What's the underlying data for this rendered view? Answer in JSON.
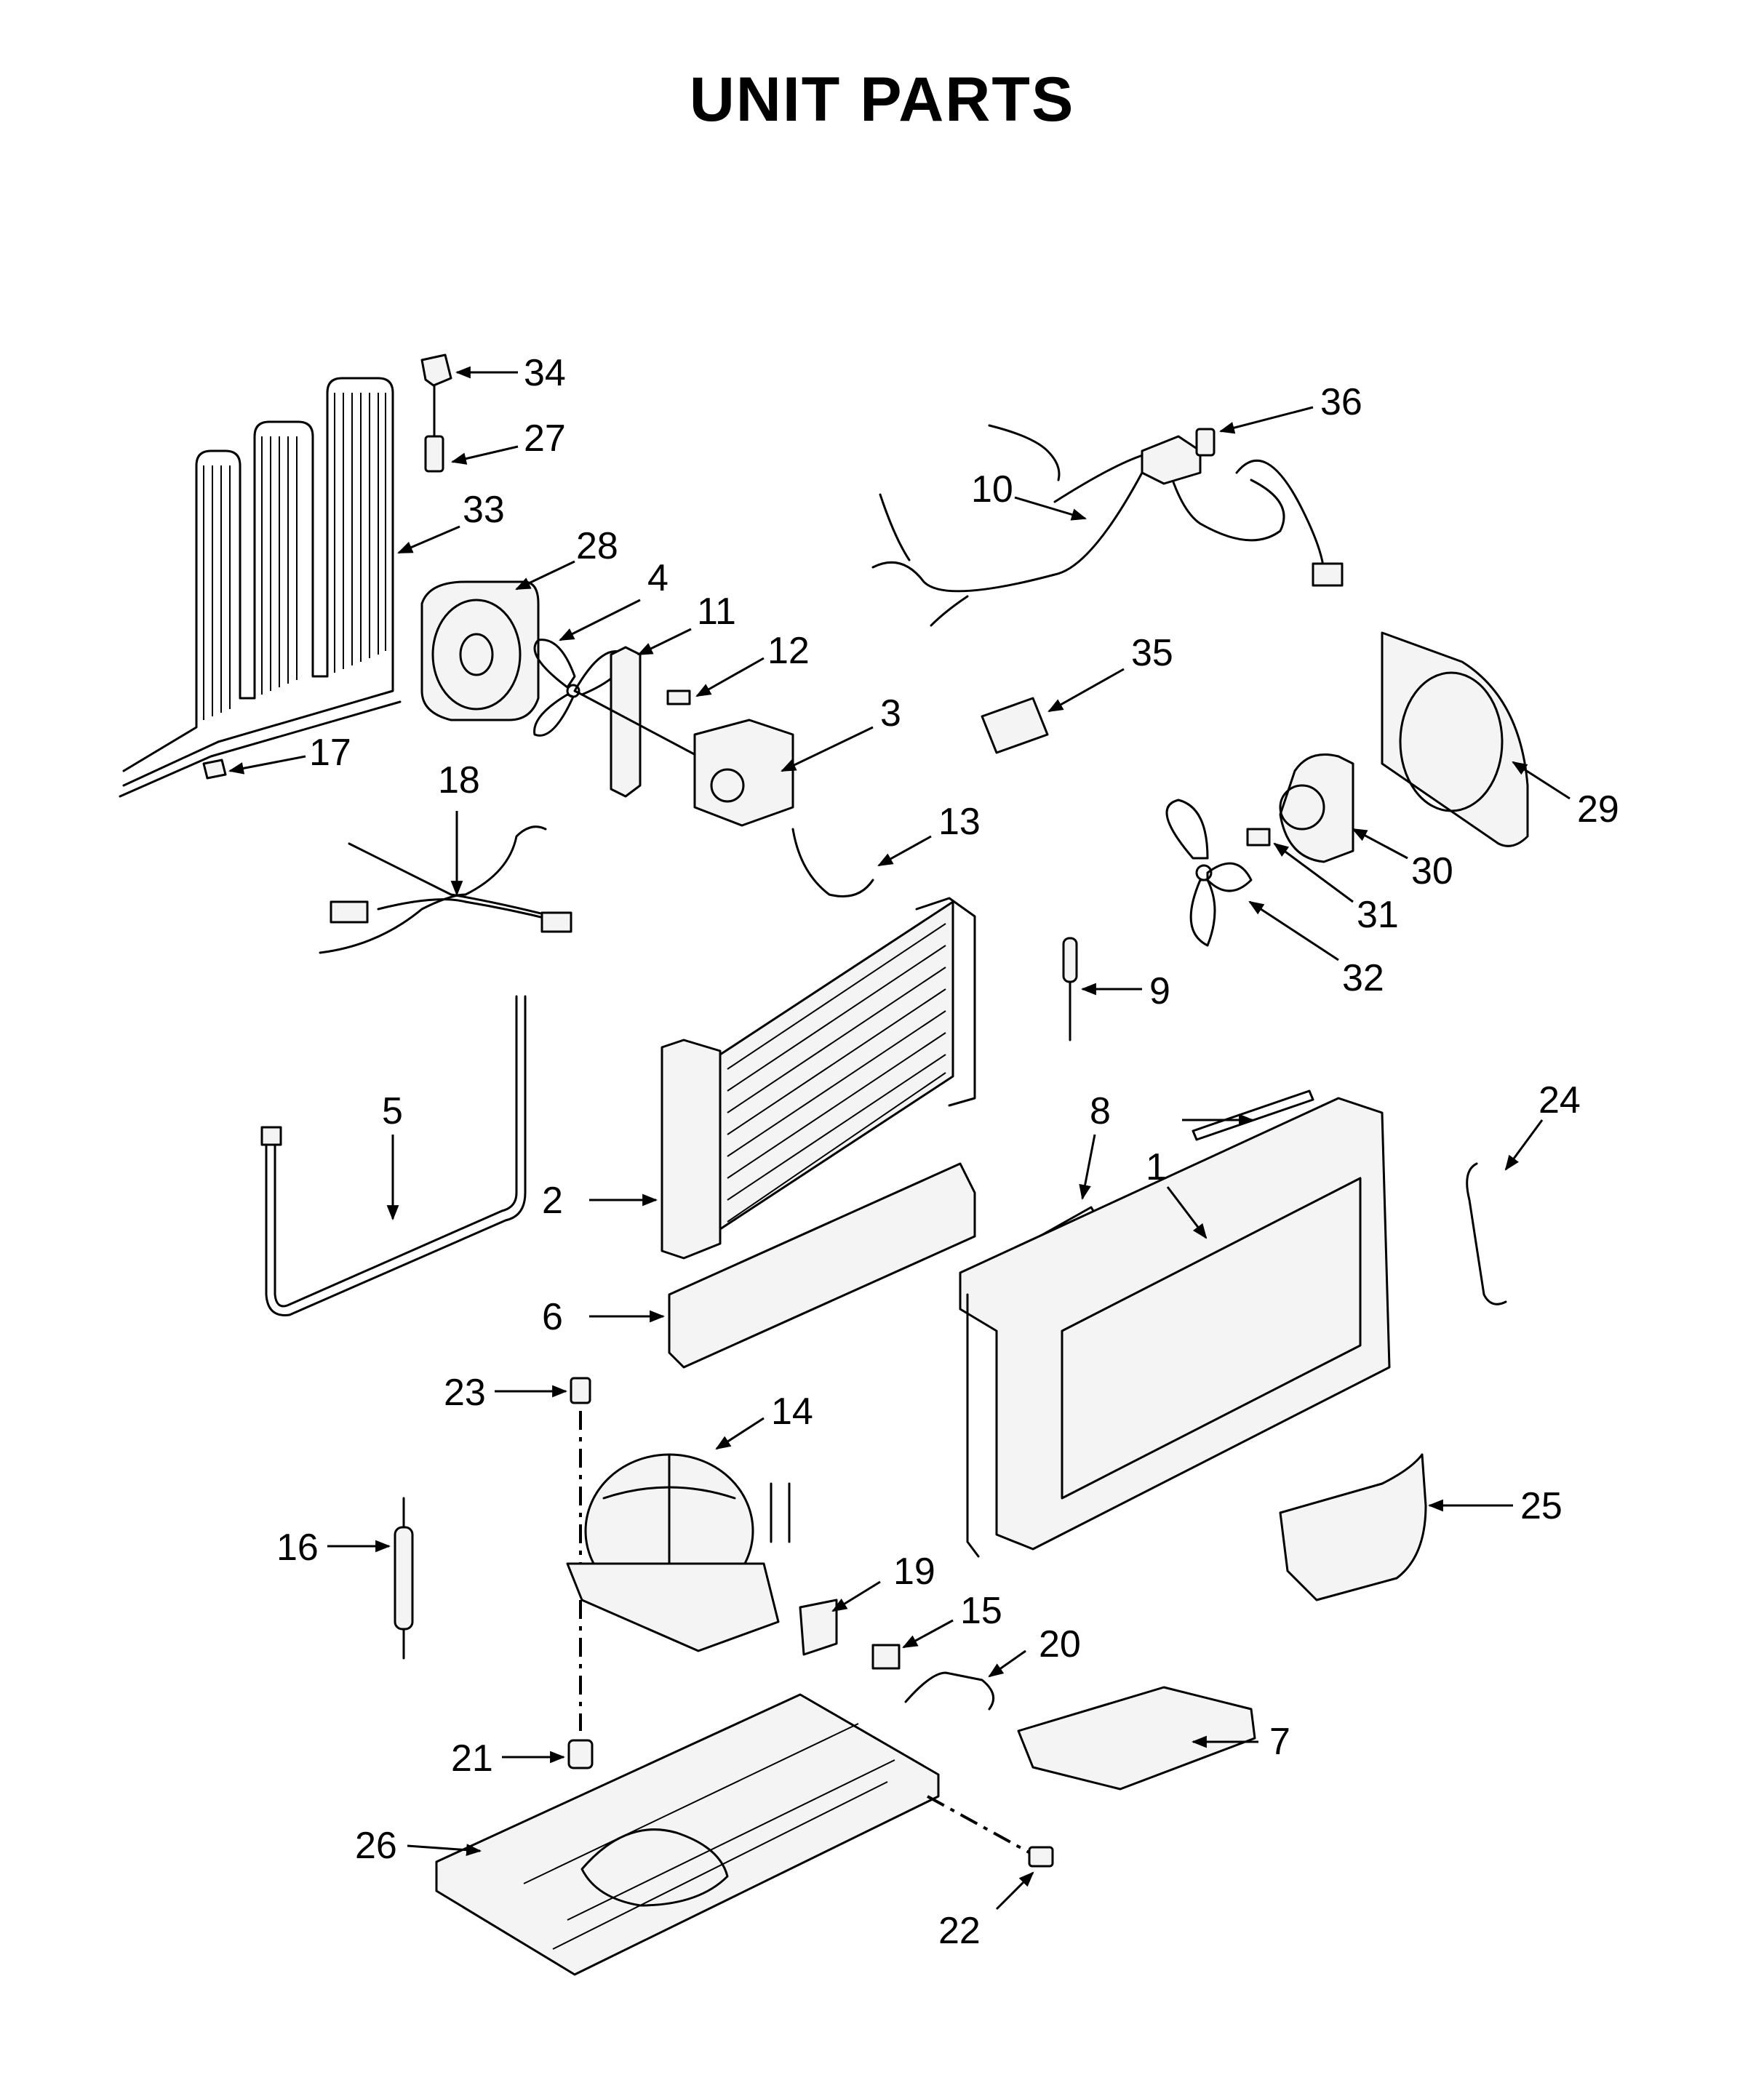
{
  "title": "UNIT PARTS",
  "callouts": [
    {
      "id": "34",
      "text": "34"
    },
    {
      "id": "27",
      "text": "27"
    },
    {
      "id": "33",
      "text": "33"
    },
    {
      "id": "28",
      "text": "28"
    },
    {
      "id": "4",
      "text": "4"
    },
    {
      "id": "11",
      "text": "11"
    },
    {
      "id": "12",
      "text": "12"
    },
    {
      "id": "3",
      "text": "3"
    },
    {
      "id": "17",
      "text": "17"
    },
    {
      "id": "18",
      "text": "18"
    },
    {
      "id": "13",
      "text": "13"
    },
    {
      "id": "36",
      "text": "36"
    },
    {
      "id": "10",
      "text": "10"
    },
    {
      "id": "35",
      "text": "35"
    },
    {
      "id": "29",
      "text": "29"
    },
    {
      "id": "30",
      "text": "30"
    },
    {
      "id": "31",
      "text": "31"
    },
    {
      "id": "32",
      "text": "32"
    },
    {
      "id": "9",
      "text": "9"
    },
    {
      "id": "5",
      "text": "5"
    },
    {
      "id": "2",
      "text": "2"
    },
    {
      "id": "6",
      "text": "6"
    },
    {
      "id": "8",
      "text": "8"
    },
    {
      "id": "1",
      "text": "1"
    },
    {
      "id": "24",
      "text": "24"
    },
    {
      "id": "23",
      "text": "23"
    },
    {
      "id": "14",
      "text": "14"
    },
    {
      "id": "16",
      "text": "16"
    },
    {
      "id": "19",
      "text": "19"
    },
    {
      "id": "15",
      "text": "15"
    },
    {
      "id": "20",
      "text": "20"
    },
    {
      "id": "25",
      "text": "25"
    },
    {
      "id": "7",
      "text": "7"
    },
    {
      "id": "21",
      "text": "21"
    },
    {
      "id": "26",
      "text": "26"
    },
    {
      "id": "22",
      "text": "22"
    }
  ]
}
